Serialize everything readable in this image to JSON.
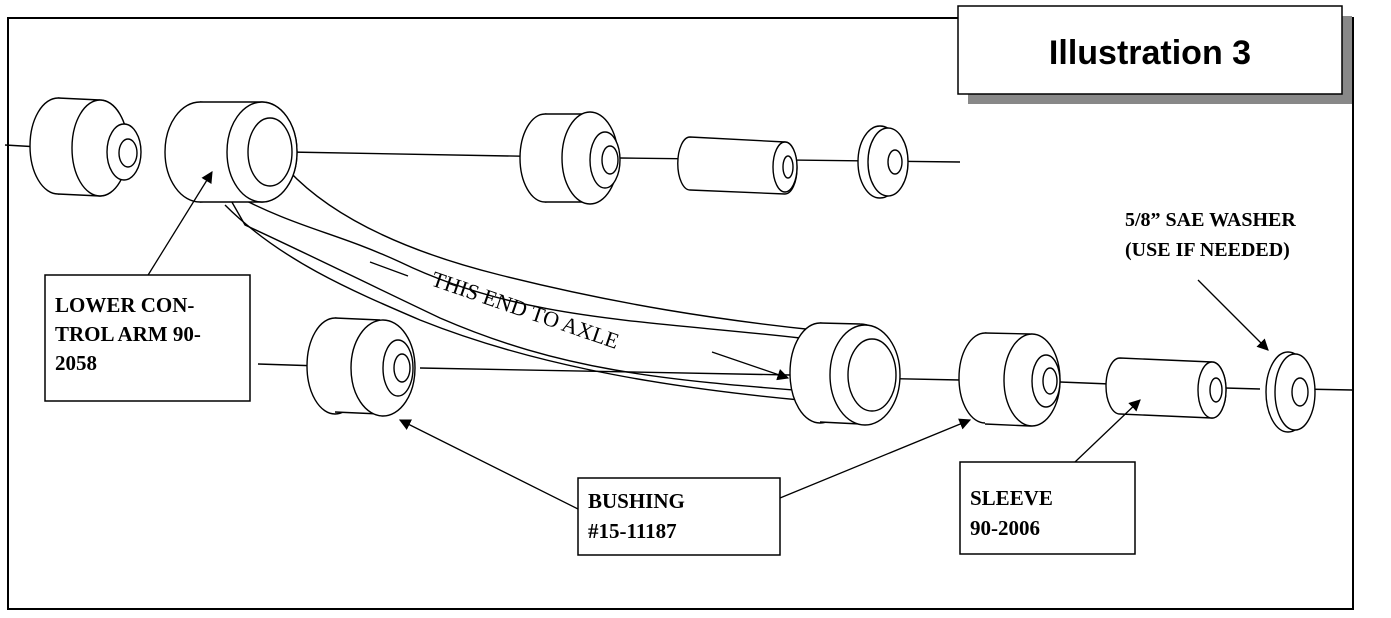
{
  "illustration": {
    "title": "Illustration 3"
  },
  "labels": {
    "lower_control_arm": [
      "LOWER CON-",
      "TROL ARM 90-",
      "2058"
    ],
    "bushing": [
      "BUSHING",
      "#15-11187"
    ],
    "sleeve": [
      "SLEEVE",
      "90-2006"
    ],
    "washer": [
      "5/8” SAE WASHER",
      "(USE IF NEEDED)"
    ],
    "arm_annotation": "THIS END TO AXLE"
  },
  "colors": {
    "line": "#000000",
    "shadow": "#888888",
    "background": "#ffffff"
  }
}
